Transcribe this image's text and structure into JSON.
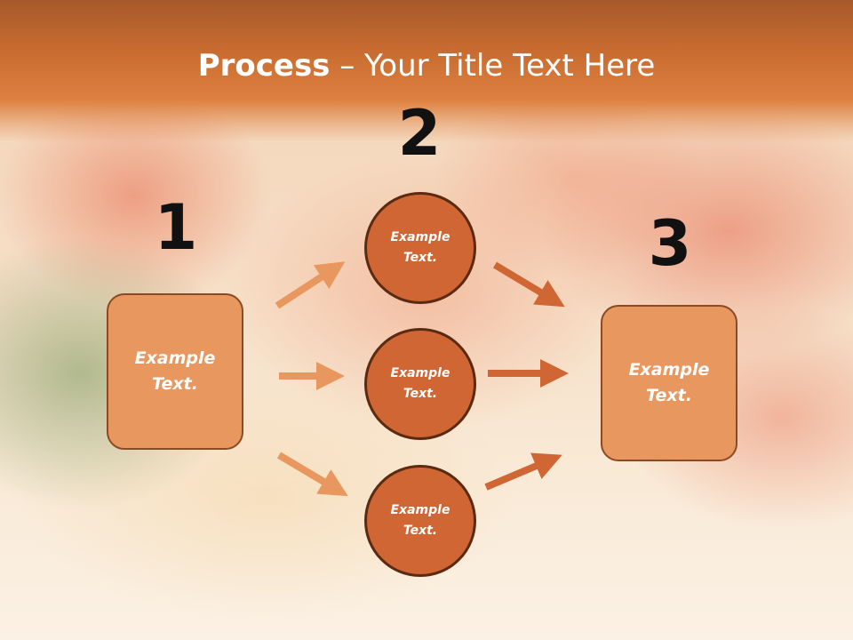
{
  "slide": {
    "title_bold": "Process",
    "title_rest": " – Your Title Text Here"
  },
  "steps": {
    "one": "1",
    "two": "2",
    "three": "3"
  },
  "left_box": {
    "text": "Example\nText."
  },
  "circles": [
    {
      "text": "Example\nText."
    },
    {
      "text": "Example\nText."
    },
    {
      "text": "Example\nText."
    }
  ],
  "right_box": {
    "text": "Example\nText."
  },
  "colors": {
    "band": "#c86b30",
    "box_fill": "#e8975e",
    "circle_fill": "#cf6633",
    "arrow_light": "#e8975e",
    "arrow_dark": "#cf6633"
  }
}
